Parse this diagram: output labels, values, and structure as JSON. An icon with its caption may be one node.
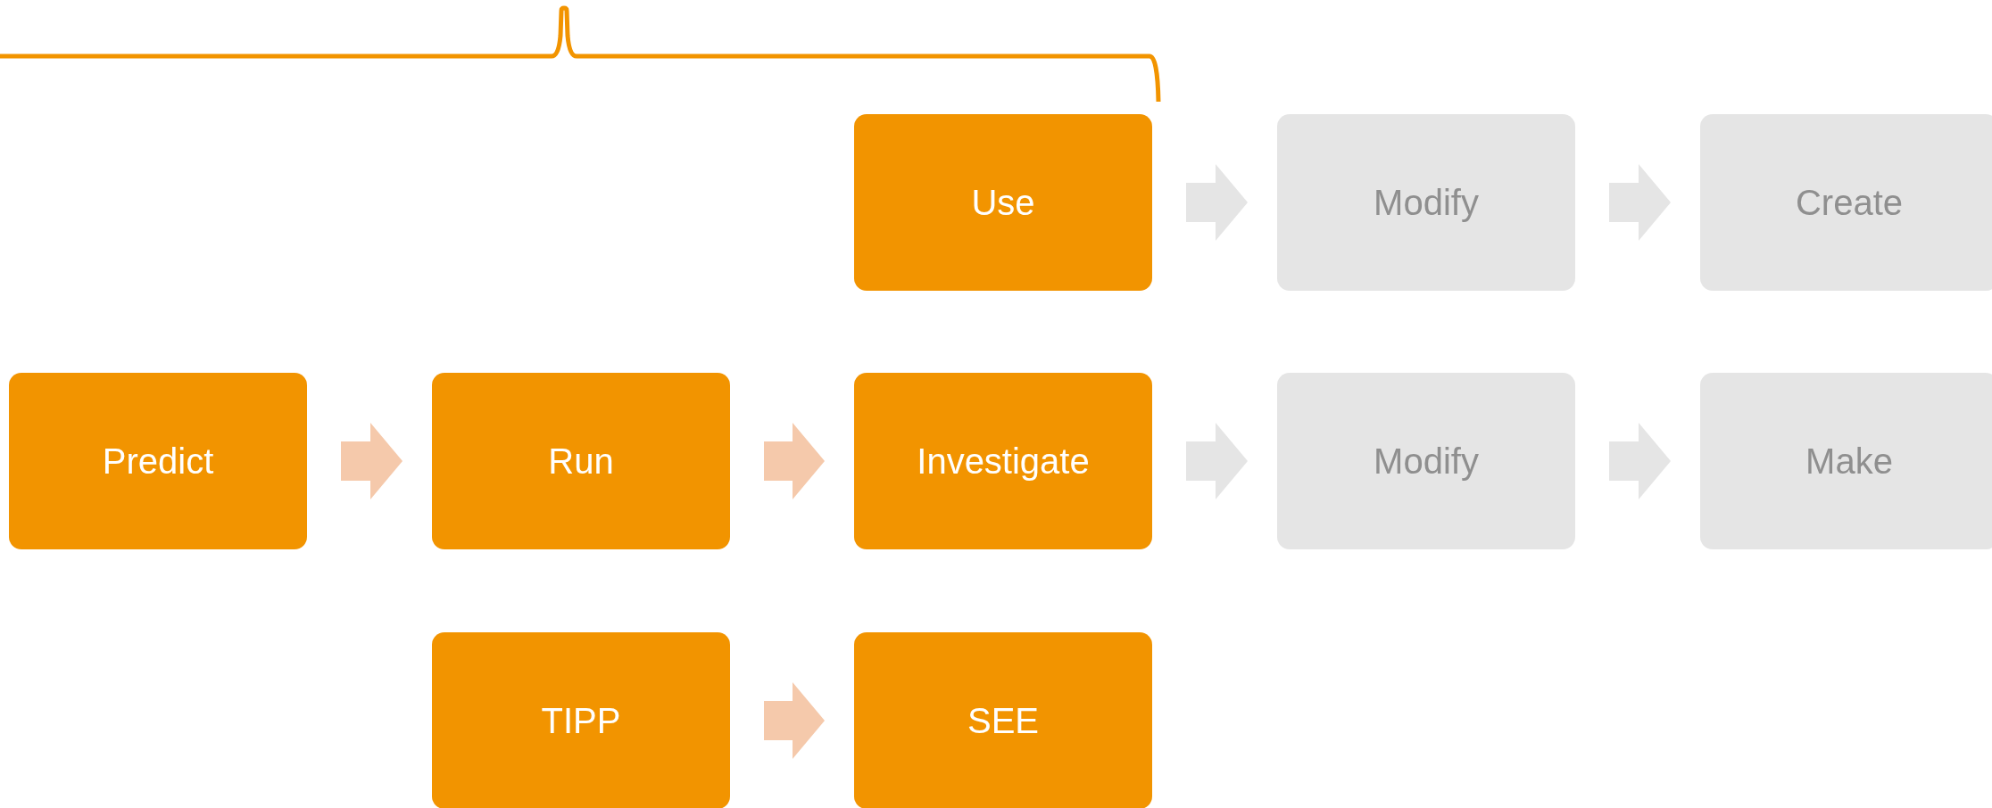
{
  "diagram": {
    "nodes": [
      {
        "text": [
          "Use"
        ]
      },
      {
        "text": [
          "Modify"
        ]
      },
      {
        "text": [
          "Create"
        ]
      },
      {
        "text": [
          "Predict"
        ]
      },
      {
        "text": [
          "Run"
        ]
      },
      {
        "text": [
          "Investigate"
        ]
      },
      {
        "text": [
          "Modify"
        ]
      },
      {
        "text": [
          "Make"
        ]
      },
      {
        "text": [
          "TIPP"
        ]
      },
      {
        "text": [
          "SEE"
        ]
      }
    ],
    "edges": [
      {
        "from": 0,
        "to": 1,
        "arrow": "to"
      },
      {
        "from": 1,
        "to": 2,
        "arrow": "to"
      },
      {
        "from": 3,
        "to": 4,
        "arrow": "to",
        "color": "#f5c9ab"
      },
      {
        "from": 4,
        "to": 5,
        "arrow": "to",
        "color": "#f5c9ab"
      },
      {
        "from": 5,
        "to": 6,
        "arrow": "to"
      },
      {
        "from": 6,
        "to": 7,
        "arrow": "to"
      },
      {
        "from": 8,
        "to": 9,
        "arrow": "to",
        "color": "#f5c9ab"
      }
    ]
  }
}
